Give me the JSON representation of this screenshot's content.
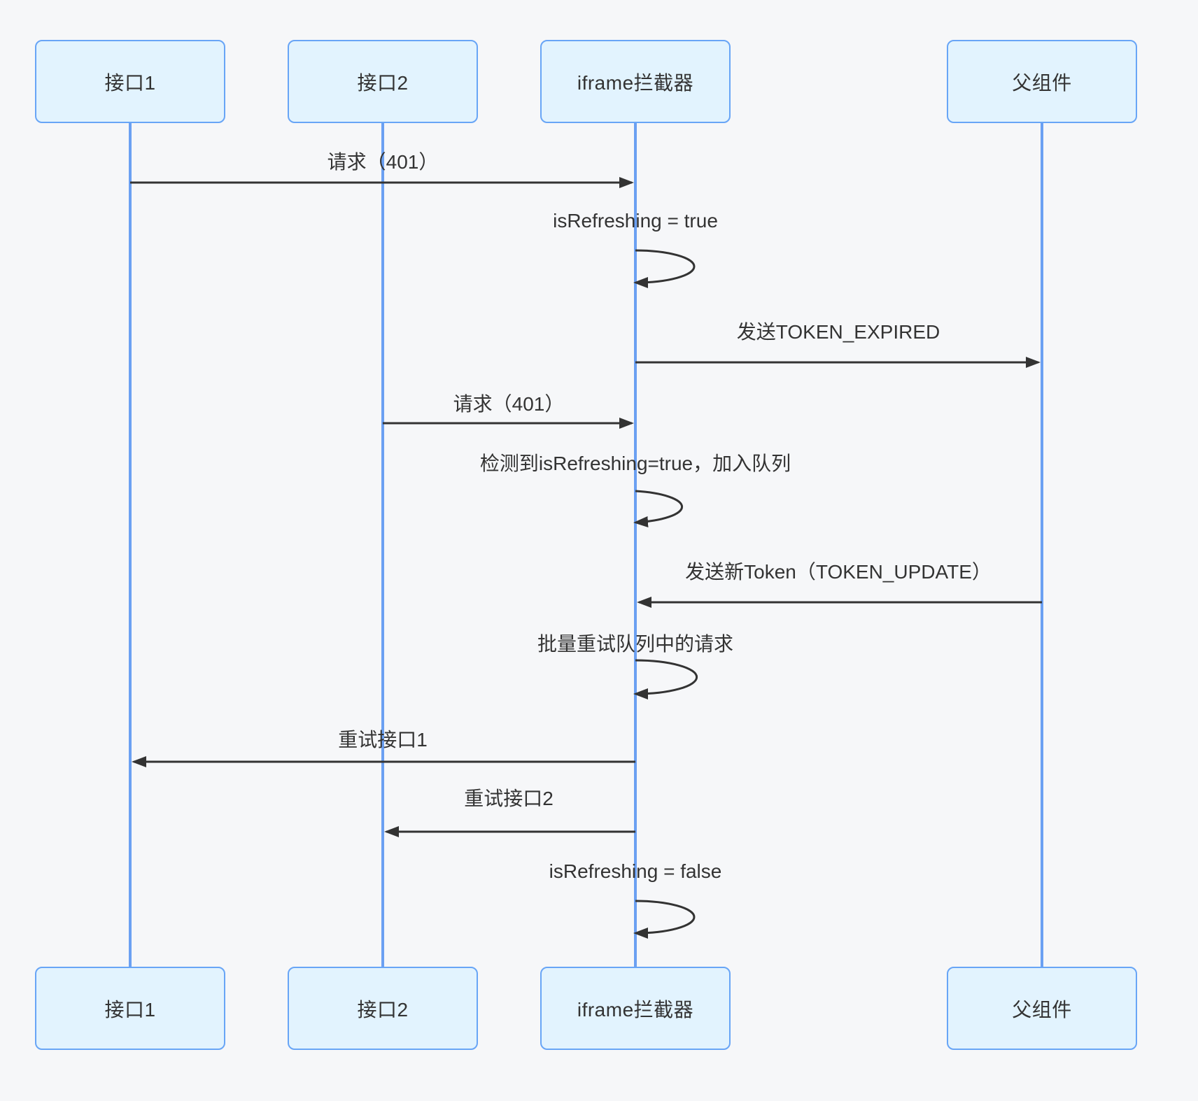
{
  "diagram": {
    "type": "sequence-diagram",
    "title": "",
    "colors": {
      "background": "#f6f7f9",
      "actor_fill": "#e2f3fe",
      "actor_border": "#68a5f6",
      "lifeline": "#6ba0f2",
      "message_line": "#333333",
      "text": "#333333"
    },
    "actors": [
      {
        "label": "接口1"
      },
      {
        "label": "接口2"
      },
      {
        "label": "iframe拦截器"
      },
      {
        "label": "父组件"
      }
    ],
    "messages": [
      {
        "from": "接口1",
        "to": "iframe拦截器",
        "kind": "solid-arrow",
        "label": "请求（401）"
      },
      {
        "from": "iframe拦截器",
        "to": "iframe拦截器",
        "kind": "self-loop",
        "label": "isRefreshing = true"
      },
      {
        "from": "iframe拦截器",
        "to": "父组件",
        "kind": "solid-arrow",
        "label": "发送TOKEN_EXPIRED"
      },
      {
        "from": "接口2",
        "to": "iframe拦截器",
        "kind": "solid-arrow",
        "label": "请求（401）"
      },
      {
        "from": "iframe拦截器",
        "to": "iframe拦截器",
        "kind": "self-loop",
        "label": "检测到isRefreshing=true，加入队列"
      },
      {
        "from": "父组件",
        "to": "iframe拦截器",
        "kind": "solid-arrow",
        "label": "发送新Token（TOKEN_UPDATE）"
      },
      {
        "from": "iframe拦截器",
        "to": "iframe拦截器",
        "kind": "self-loop",
        "label": "批量重试队列中的请求"
      },
      {
        "from": "iframe拦截器",
        "to": "接口1",
        "kind": "solid-arrow",
        "label": "重试接口1"
      },
      {
        "from": "iframe拦截器",
        "to": "接口2",
        "kind": "solid-arrow",
        "label": "重试接口2"
      },
      {
        "from": "iframe拦截器",
        "to": "iframe拦截器",
        "kind": "self-loop",
        "label": "isRefreshing = false"
      }
    ]
  }
}
